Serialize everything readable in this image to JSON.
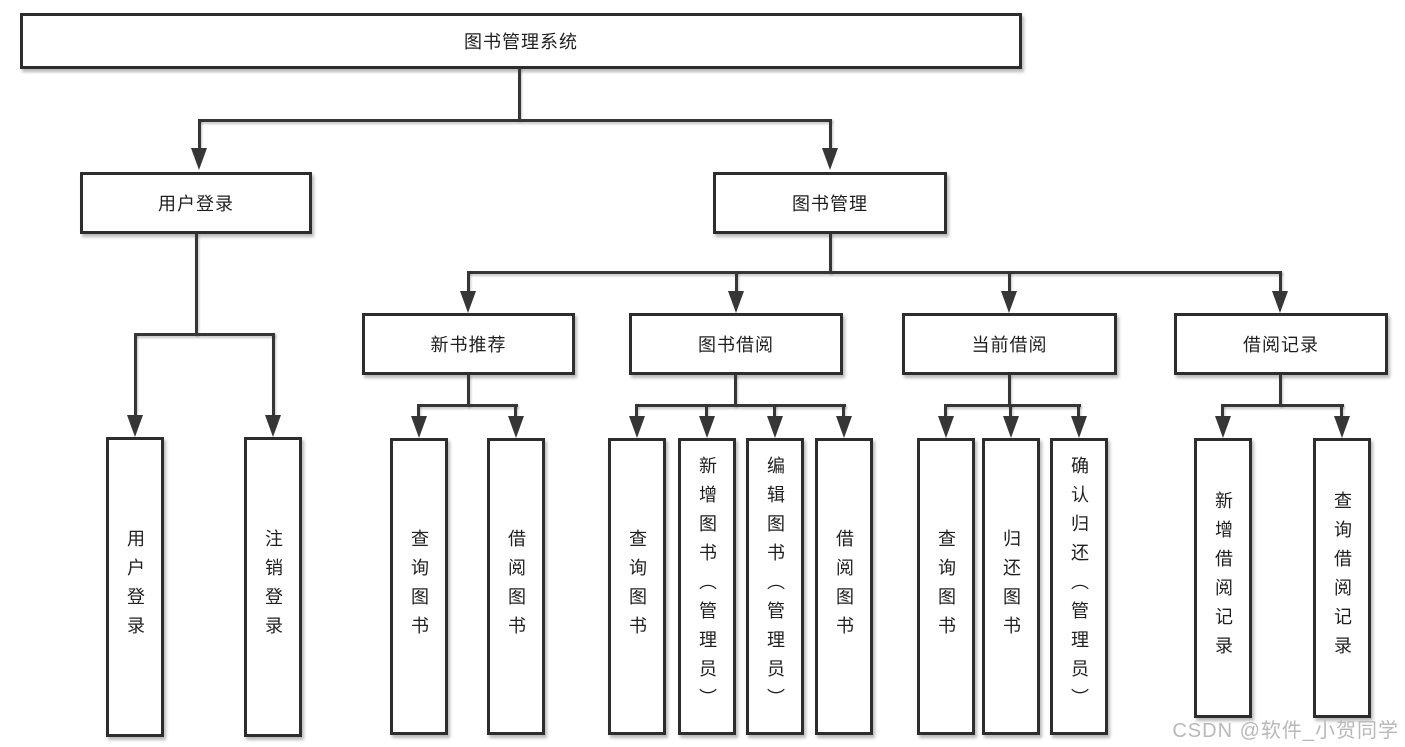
{
  "diagram": {
    "root_label": "图书管理系统",
    "level2": {
      "user_login": "用户登录",
      "book_management": "图书管理"
    },
    "level3": {
      "new_book": "新书推荐",
      "book_borrow": "图书借阅",
      "current_borrow": "当前借阅",
      "borrow_records": "借阅记录"
    },
    "leaves": {
      "user_login": [
        "用户登录",
        "注销登录"
      ],
      "new_book": [
        "查询图书",
        "借阅图书"
      ],
      "book_borrow": [
        "查询图书",
        "新增图书（管理员）",
        "编辑图书（管理员）",
        "借阅图书"
      ],
      "current_borrow": [
        "查询图书",
        "归还图书",
        "确认归还（管理员）"
      ],
      "borrow_records": [
        "新增借阅记录",
        "查询借阅记录"
      ]
    },
    "watermark": "CSDN @软件_小贺同学",
    "colors": {
      "line": "#363636",
      "border": "#2d2d2d",
      "text": "#1f1f1f",
      "watermark": "#b9b9b9",
      "background": "#ffffff"
    }
  }
}
